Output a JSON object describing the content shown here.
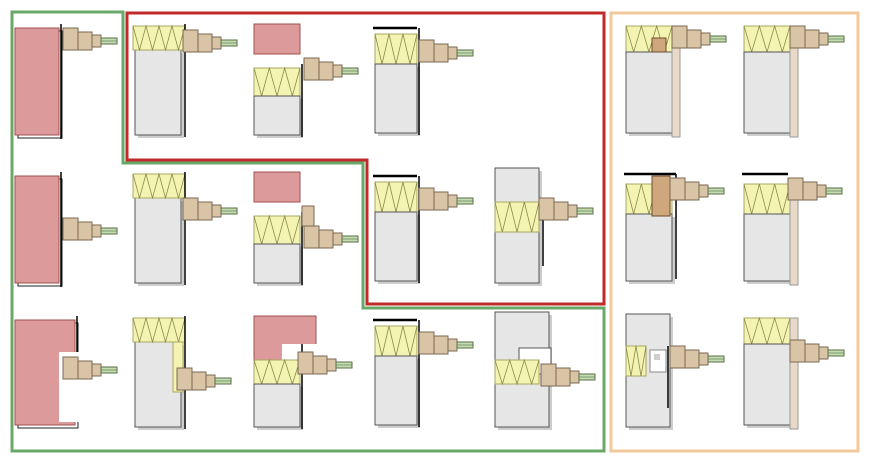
{
  "palette": {
    "brick": "#dc9a9a",
    "brick_stroke": "#a05050",
    "insulation": "#f4f4b2",
    "insulation_stroke": "#a8a862",
    "insulation_zigzag": "#8a8a4a",
    "block": "#e6e6e6",
    "block_shade": "#cdcdcd",
    "bracket": "#d9c4a6",
    "bracket_stroke": "#7a6850",
    "pipe": "#c3dcb0",
    "pipe_stroke": "#586e48",
    "panel_tan": "#e8dac6",
    "panel_brown": "#cfa77c",
    "line": "#000000"
  },
  "groups": [
    {
      "id": "green",
      "color": "#6aa86a"
    },
    {
      "id": "red",
      "color": "#c02a2a"
    },
    {
      "id": "orange",
      "color": "#f1c99a"
    }
  ],
  "details": [
    {
      "col": 0,
      "row": 0,
      "wall": "brick-solid",
      "connection": "surface"
    },
    {
      "col": 1,
      "row": 0,
      "wall": "insulated-block",
      "connection": "surface"
    },
    {
      "col": 2,
      "row": 0,
      "wall": "split-brick-insulated",
      "connection": "surface"
    },
    {
      "col": 3,
      "row": 0,
      "wall": "insulated-block-flashing",
      "connection": "surface"
    },
    {
      "col": 0,
      "row": 1,
      "wall": "brick-solid",
      "connection": "surface"
    },
    {
      "col": 1,
      "row": 1,
      "wall": "insulated-block",
      "connection": "surface"
    },
    {
      "col": 2,
      "row": 1,
      "wall": "split-brick-insulated",
      "connection": "recessed"
    },
    {
      "col": 3,
      "row": 1,
      "wall": "insulated-block-flashing",
      "connection": "surface"
    },
    {
      "col": 4,
      "row": 1,
      "wall": "block-cavity",
      "connection": "through"
    },
    {
      "col": 0,
      "row": 2,
      "wall": "brick-stepped",
      "connection": "surface"
    },
    {
      "col": 1,
      "row": 2,
      "wall": "insulated-block-reveal",
      "connection": "surface"
    },
    {
      "col": 2,
      "row": 2,
      "wall": "brick-stepped-insulated",
      "connection": "surface"
    },
    {
      "col": 3,
      "row": 2,
      "wall": "insulated-block-flashing",
      "connection": "surface"
    },
    {
      "col": 4,
      "row": 2,
      "wall": "block-notched",
      "connection": "through"
    },
    {
      "col": 5,
      "row": 0,
      "wall": "cladded-insulated",
      "connection": "surface"
    },
    {
      "col": 6,
      "row": 0,
      "wall": "cladded-insulated",
      "connection": "surface"
    },
    {
      "col": 5,
      "row": 1,
      "wall": "cladded-panel",
      "connection": "surface"
    },
    {
      "col": 6,
      "row": 1,
      "wall": "cladded-flashing",
      "connection": "surface"
    },
    {
      "col": 5,
      "row": 2,
      "wall": "cladded-gap",
      "connection": "surface"
    },
    {
      "col": 6,
      "row": 2,
      "wall": "cladded-insulated",
      "connection": "surface"
    }
  ]
}
